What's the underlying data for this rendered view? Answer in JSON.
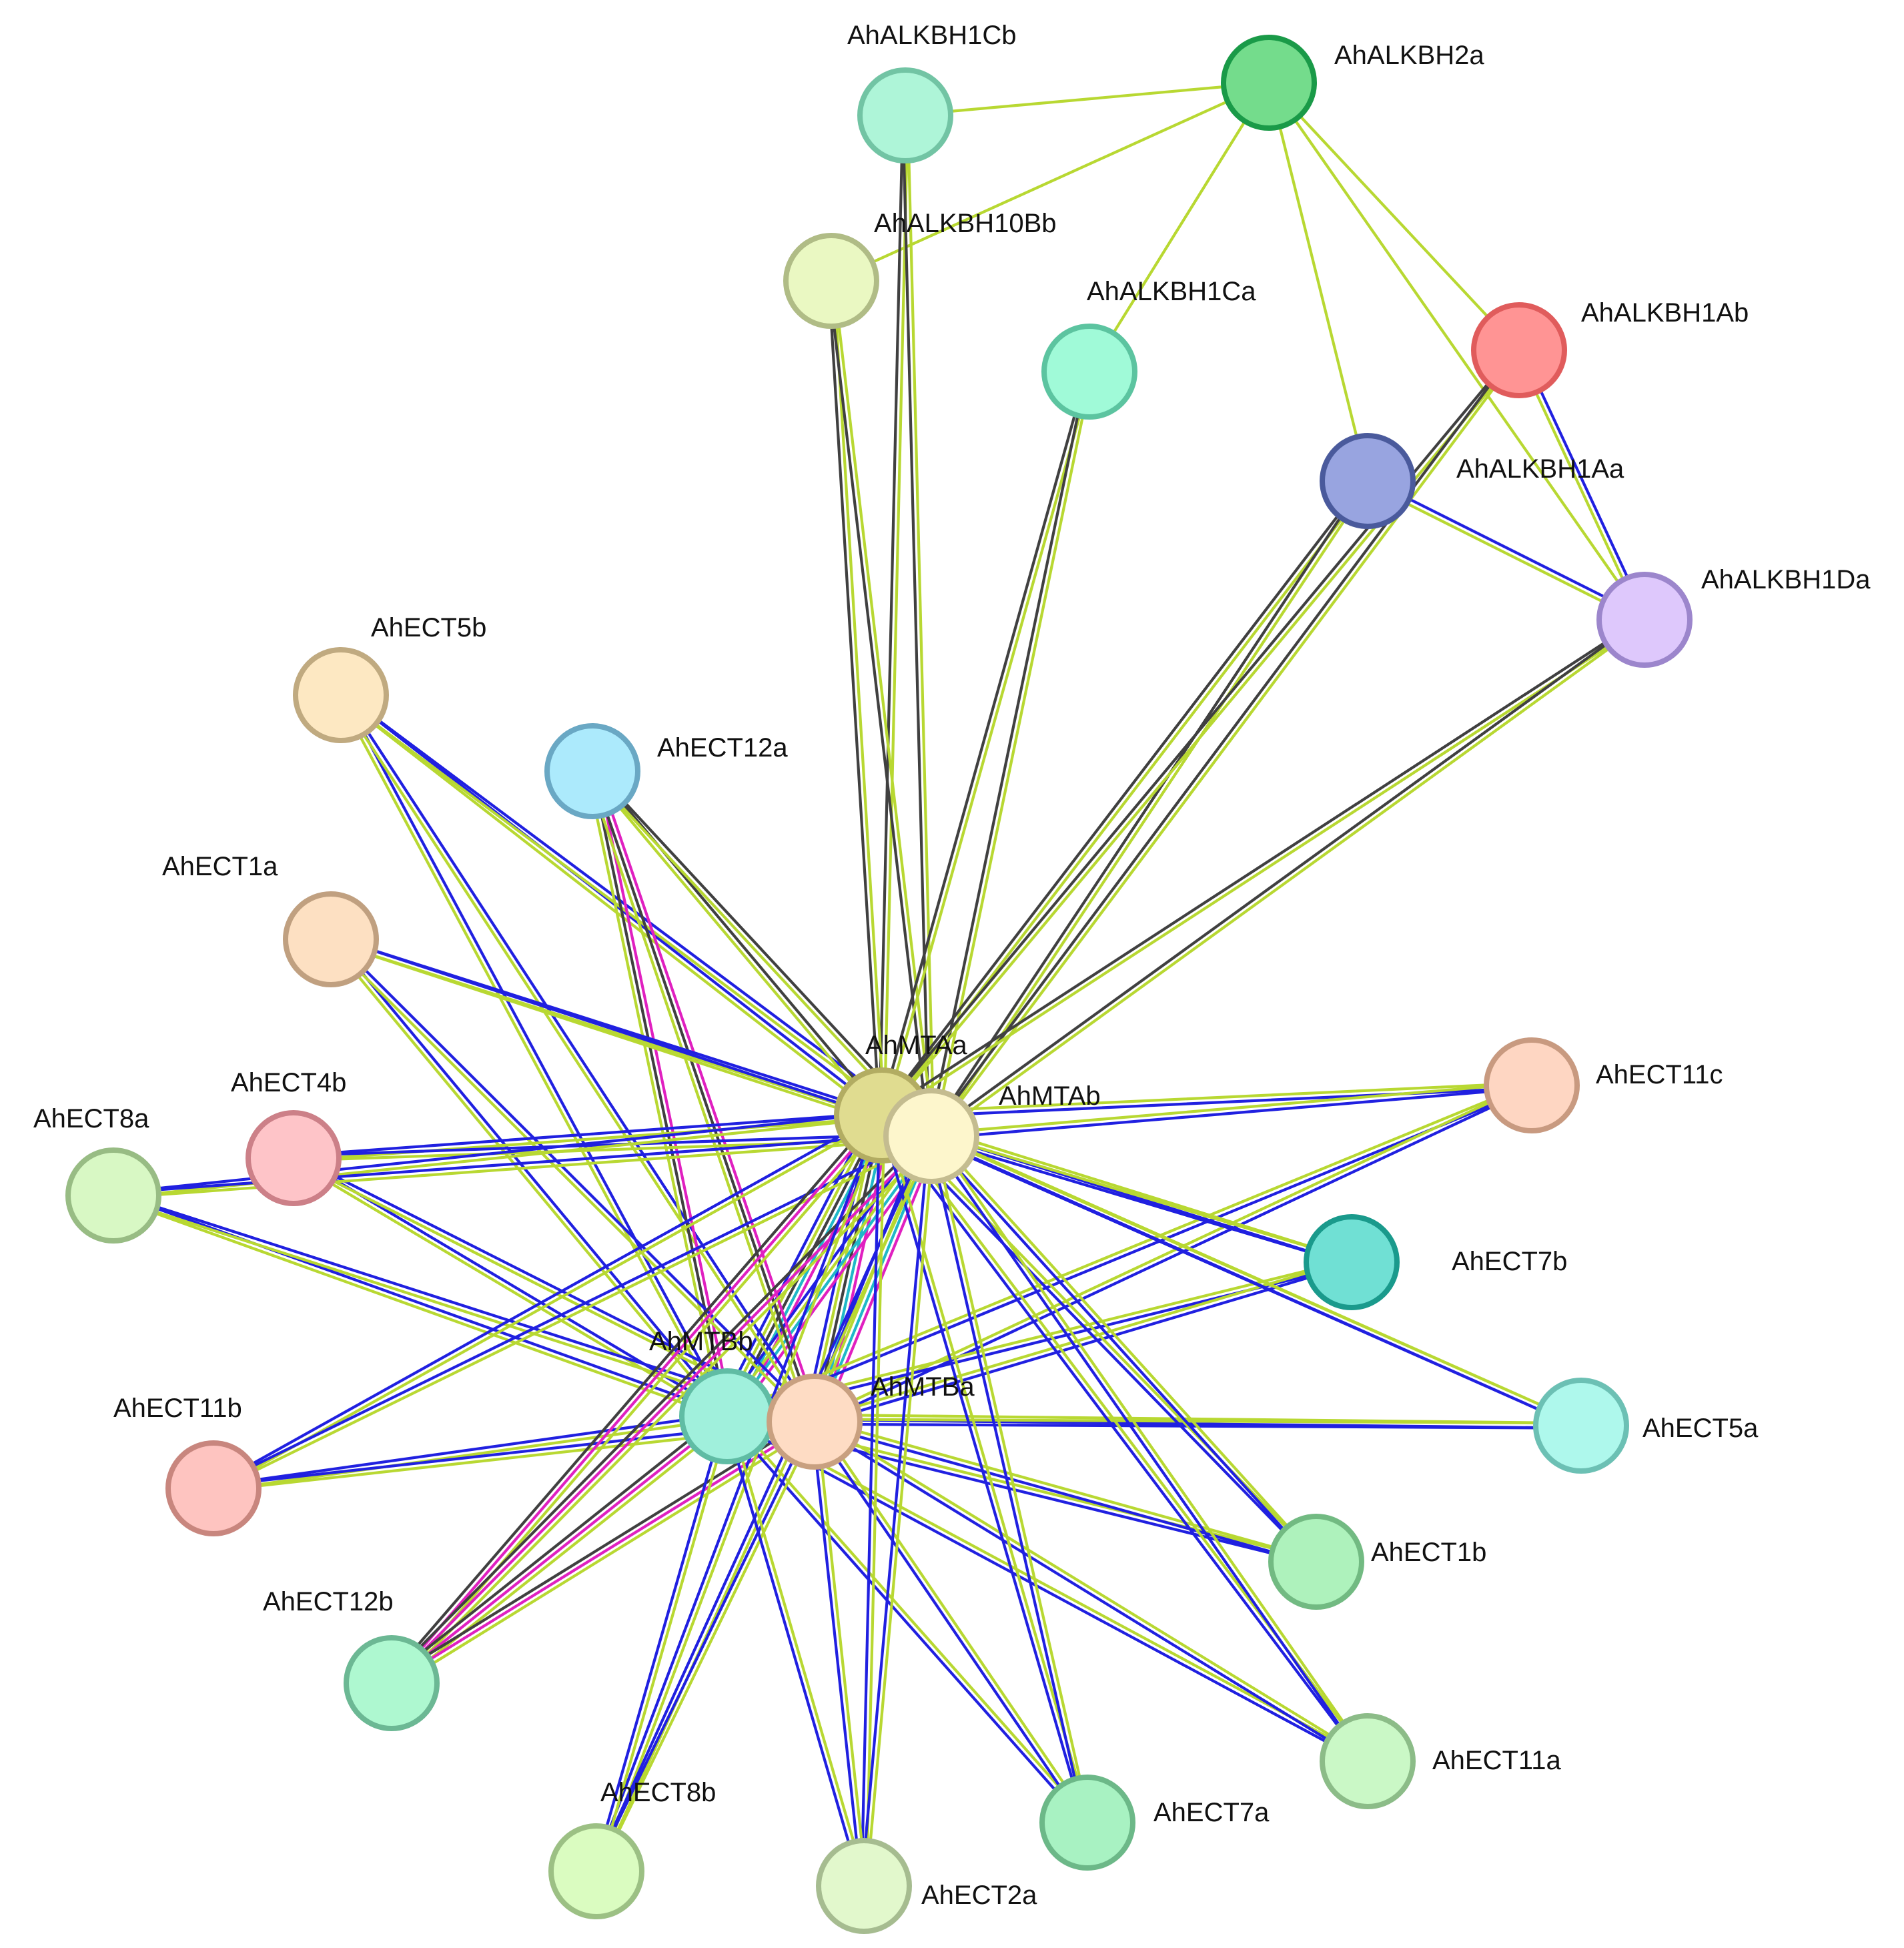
{
  "edge_colors": {
    "lime": "#b8d832",
    "blue": "#2020e0",
    "dark": "#404040",
    "magenta": "#e020c0",
    "cyan": "#20b8c8"
  },
  "nodes": [
    {
      "id": "AhALKBH1Cb",
      "label": "AhALKBH1Cb",
      "fill": "#aef5d8",
      "stroke": "#72c4a4"
    },
    {
      "id": "AhALKBH2a",
      "label": "AhALKBH2a",
      "fill": "#74dc8c",
      "stroke": "#1a9a48"
    },
    {
      "id": "AhALKBH10Bb",
      "label": "AhALKBH10Bb",
      "fill": "#eaf8c2",
      "stroke": "#b0bc86"
    },
    {
      "id": "AhALKBH1Ca",
      "label": "AhALKBH1Ca",
      "fill": "#a0fad8",
      "stroke": "#5cc4a0"
    },
    {
      "id": "AhALKBH1Ab",
      "label": "AhALKBH1Ab",
      "fill": "#ff9494",
      "stroke": "#e05c5c"
    },
    {
      "id": "AhALKBH1Aa",
      "label": "AhALKBH1Aa",
      "fill": "#98a4e0",
      "stroke": "#4a5a9c"
    },
    {
      "id": "AhALKBH1Da",
      "label": "AhALKBH1Da",
      "fill": "#dec8fc",
      "stroke": "#9c86cc"
    },
    {
      "id": "AhECT5b",
      "label": "AhECT5b",
      "fill": "#fde8c2",
      "stroke": "#c0aa80"
    },
    {
      "id": "AhECT12a",
      "label": "AhECT12a",
      "fill": "#aceafc",
      "stroke": "#6aa8c4"
    },
    {
      "id": "AhECT1a",
      "label": "AhECT1a",
      "fill": "#fde0c2",
      "stroke": "#c0a080"
    },
    {
      "id": "AhMTAa",
      "label": "AhMTAa",
      "fill": "#e0dc90",
      "stroke": "#b2ac62"
    },
    {
      "id": "AhMTAb",
      "label": "AhMTAb",
      "fill": "#fdf6cc",
      "stroke": "#c4bc90"
    },
    {
      "id": "AhECT11c",
      "label": "AhECT11c",
      "fill": "#fed6c2",
      "stroke": "#c89a80"
    },
    {
      "id": "AhECT4b",
      "label": "AhECT4b",
      "fill": "#fec4c8",
      "stroke": "#cc8088"
    },
    {
      "id": "AhECT8a",
      "label": "AhECT8a",
      "fill": "#d8f8c4",
      "stroke": "#98bc84"
    },
    {
      "id": "AhECT7b",
      "label": "AhECT7b",
      "fill": "#70e0d4",
      "stroke": "#1a9a8c"
    },
    {
      "id": "AhMTBb",
      "label": "AhMTBb",
      "fill": "#a0f0dc",
      "stroke": "#60bca4"
    },
    {
      "id": "AhMTBa",
      "label": "AhMTBa",
      "fill": "#fedcc4",
      "stroke": "#c8a080"
    },
    {
      "id": "AhECT11b",
      "label": "AhECT11b",
      "fill": "#fec4c0",
      "stroke": "#c8867e"
    },
    {
      "id": "AhECT5a",
      "label": "AhECT5a",
      "fill": "#aef8ec",
      "stroke": "#6cc0b4"
    },
    {
      "id": "AhECT1b",
      "label": "AhECT1b",
      "fill": "#aef2bc",
      "stroke": "#72ba82"
    },
    {
      "id": "AhECT12b",
      "label": "AhECT12b",
      "fill": "#aef8d0",
      "stroke": "#6cb894"
    },
    {
      "id": "AhECT11a",
      "label": "AhECT11a",
      "fill": "#caf8c6",
      "stroke": "#8cbc88"
    },
    {
      "id": "AhECT7a",
      "label": "AhECT7a",
      "fill": "#a8f2c2",
      "stroke": "#6cb888"
    },
    {
      "id": "AhECT8b",
      "label": "AhECT8b",
      "fill": "#dafcc0",
      "stroke": "#9cc084"
    },
    {
      "id": "AhECT2a",
      "label": "AhECT2a",
      "fill": "#e2f8cc",
      "stroke": "#a6bc90"
    }
  ],
  "edges": [
    {
      "source": "AhALKBH1Cb",
      "target": "AhALKBH2a",
      "types": [
        "lime"
      ]
    },
    {
      "source": "AhALKBH10Bb",
      "target": "AhALKBH2a",
      "types": [
        "lime"
      ]
    },
    {
      "source": "AhALKBH1Ca",
      "target": "AhALKBH2a",
      "types": [
        "lime"
      ]
    },
    {
      "source": "AhALKBH1Aa",
      "target": "AhALKBH2a",
      "types": [
        "lime"
      ]
    },
    {
      "source": "AhALKBH1Ab",
      "target": "AhALKBH2a",
      "types": [
        "lime"
      ]
    },
    {
      "source": "AhALKBH1Da",
      "target": "AhALKBH2a",
      "types": [
        "lime"
      ]
    },
    {
      "source": "AhALKBH1Ab",
      "target": "AhALKBH1Da",
      "types": [
        "blue",
        "lime"
      ]
    },
    {
      "source": "AhALKBH1Aa",
      "target": "AhALKBH1Da",
      "types": [
        "blue",
        "lime"
      ]
    },
    {
      "source": "AhALKBH1Cb",
      "target": "AhMTAa",
      "types": [
        "lime",
        "dark"
      ]
    },
    {
      "source": "AhALKBH1Cb",
      "target": "AhMTAb",
      "types": [
        "lime",
        "dark"
      ]
    },
    {
      "source": "AhALKBH10Bb",
      "target": "AhMTAa",
      "types": [
        "lime",
        "dark"
      ]
    },
    {
      "source": "AhALKBH10Bb",
      "target": "AhMTAb",
      "types": [
        "lime",
        "dark"
      ]
    },
    {
      "source": "AhALKBH1Ca",
      "target": "AhMTAa",
      "types": [
        "lime",
        "dark"
      ]
    },
    {
      "source": "AhALKBH1Ca",
      "target": "AhMTAb",
      "types": [
        "lime",
        "dark"
      ]
    },
    {
      "source": "AhALKBH1Aa",
      "target": "AhMTAa",
      "types": [
        "lime",
        "dark"
      ]
    },
    {
      "source": "AhALKBH1Aa",
      "target": "AhMTAb",
      "types": [
        "lime",
        "dark"
      ]
    },
    {
      "source": "AhALKBH1Ab",
      "target": "AhMTAa",
      "types": [
        "lime",
        "dark"
      ]
    },
    {
      "source": "AhALKBH1Ab",
      "target": "AhMTAb",
      "types": [
        "lime",
        "dark"
      ]
    },
    {
      "source": "AhALKBH1Da",
      "target": "AhMTAa",
      "types": [
        "lime",
        "dark"
      ]
    },
    {
      "source": "AhALKBH1Da",
      "target": "AhMTAb",
      "types": [
        "lime",
        "dark"
      ]
    },
    {
      "source": "AhMTAa",
      "target": "AhMTAb",
      "types": [
        "lime"
      ]
    },
    {
      "source": "AhMTAa",
      "target": "AhMTBb",
      "types": [
        "magenta",
        "cyan",
        "dark",
        "lime",
        "blue"
      ]
    },
    {
      "source": "AhMTAa",
      "target": "AhMTBa",
      "types": [
        "magenta",
        "cyan",
        "dark",
        "lime",
        "blue"
      ]
    },
    {
      "source": "AhMTAb",
      "target": "AhMTBb",
      "types": [
        "magenta",
        "cyan",
        "lime",
        "blue"
      ]
    },
    {
      "source": "AhMTAb",
      "target": "AhMTBa",
      "types": [
        "magenta",
        "cyan",
        "lime",
        "blue"
      ]
    },
    {
      "source": "AhMTBb",
      "target": "AhMTBa",
      "types": [
        "lime",
        "blue"
      ]
    },
    {
      "source": "AhECT5b",
      "target": "AhMTAa",
      "types": [
        "blue",
        "lime"
      ]
    },
    {
      "source": "AhECT5b",
      "target": "AhMTAb",
      "types": [
        "blue",
        "lime"
      ]
    },
    {
      "source": "AhECT5b",
      "target": "AhMTBb",
      "types": [
        "blue",
        "lime"
      ]
    },
    {
      "source": "AhECT5b",
      "target": "AhMTBa",
      "types": [
        "blue",
        "lime"
      ]
    },
    {
      "source": "AhECT12a",
      "target": "AhMTAa",
      "types": [
        "dark",
        "lime"
      ]
    },
    {
      "source": "AhECT12a",
      "target": "AhMTAb",
      "types": [
        "dark",
        "lime"
      ]
    },
    {
      "source": "AhECT12a",
      "target": "AhMTBb",
      "types": [
        "magenta",
        "dark",
        "lime"
      ]
    },
    {
      "source": "AhECT12a",
      "target": "AhMTBa",
      "types": [
        "magenta",
        "dark",
        "lime"
      ]
    },
    {
      "source": "AhECT1a",
      "target": "AhMTAa",
      "types": [
        "blue",
        "lime"
      ]
    },
    {
      "source": "AhECT1a",
      "target": "AhMTAb",
      "types": [
        "blue",
        "lime"
      ]
    },
    {
      "source": "AhECT1a",
      "target": "AhMTBb",
      "types": [
        "blue",
        "lime"
      ]
    },
    {
      "source": "AhECT1a",
      "target": "AhMTBa",
      "types": [
        "blue",
        "lime"
      ]
    },
    {
      "source": "AhECT4b",
      "target": "AhMTAa",
      "types": [
        "blue",
        "lime"
      ]
    },
    {
      "source": "AhECT4b",
      "target": "AhMTAb",
      "types": [
        "blue",
        "lime"
      ]
    },
    {
      "source": "AhECT4b",
      "target": "AhMTBb",
      "types": [
        "blue",
        "lime"
      ]
    },
    {
      "source": "AhECT4b",
      "target": "AhMTBa",
      "types": [
        "blue",
        "lime"
      ]
    },
    {
      "source": "AhECT8a",
      "target": "AhMTAa",
      "types": [
        "blue",
        "lime"
      ]
    },
    {
      "source": "AhECT8a",
      "target": "AhMTAb",
      "types": [
        "blue",
        "lime"
      ]
    },
    {
      "source": "AhECT8a",
      "target": "AhMTBb",
      "types": [
        "blue",
        "lime"
      ]
    },
    {
      "source": "AhECT8a",
      "target": "AhMTBa",
      "types": [
        "blue",
        "lime"
      ]
    },
    {
      "source": "AhECT11c",
      "target": "AhMTAa",
      "types": [
        "blue",
        "lime"
      ]
    },
    {
      "source": "AhECT11c",
      "target": "AhMTAb",
      "types": [
        "blue",
        "lime"
      ]
    },
    {
      "source": "AhECT11c",
      "target": "AhMTBb",
      "types": [
        "blue",
        "lime"
      ]
    },
    {
      "source": "AhECT11c",
      "target": "AhMTBa",
      "types": [
        "blue",
        "lime"
      ]
    },
    {
      "source": "AhECT7b",
      "target": "AhMTAa",
      "types": [
        "blue",
        "lime"
      ]
    },
    {
      "source": "AhECT7b",
      "target": "AhMTAb",
      "types": [
        "blue",
        "lime"
      ]
    },
    {
      "source": "AhECT7b",
      "target": "AhMTBb",
      "types": [
        "blue",
        "lime"
      ]
    },
    {
      "source": "AhECT7b",
      "target": "AhMTBa",
      "types": [
        "blue",
        "lime"
      ]
    },
    {
      "source": "AhECT11b",
      "target": "AhMTAa",
      "types": [
        "blue",
        "lime"
      ]
    },
    {
      "source": "AhECT11b",
      "target": "AhMTAb",
      "types": [
        "blue",
        "lime"
      ]
    },
    {
      "source": "AhECT11b",
      "target": "AhMTBb",
      "types": [
        "blue",
        "lime"
      ]
    },
    {
      "source": "AhECT11b",
      "target": "AhMTBa",
      "types": [
        "blue",
        "lime"
      ]
    },
    {
      "source": "AhECT5a",
      "target": "AhMTAa",
      "types": [
        "blue",
        "lime"
      ]
    },
    {
      "source": "AhECT5a",
      "target": "AhMTAb",
      "types": [
        "blue",
        "lime"
      ]
    },
    {
      "source": "AhECT5a",
      "target": "AhMTBb",
      "types": [
        "blue",
        "lime"
      ]
    },
    {
      "source": "AhECT5a",
      "target": "AhMTBa",
      "types": [
        "blue",
        "lime"
      ]
    },
    {
      "source": "AhECT1b",
      "target": "AhMTAa",
      "types": [
        "blue",
        "lime"
      ]
    },
    {
      "source": "AhECT1b",
      "target": "AhMTAb",
      "types": [
        "blue",
        "lime"
      ]
    },
    {
      "source": "AhECT1b",
      "target": "AhMTBb",
      "types": [
        "blue",
        "lime"
      ]
    },
    {
      "source": "AhECT1b",
      "target": "AhMTBa",
      "types": [
        "blue",
        "lime"
      ]
    },
    {
      "source": "AhECT12b",
      "target": "AhMTAa",
      "types": [
        "dark",
        "magenta",
        "lime"
      ]
    },
    {
      "source": "AhECT12b",
      "target": "AhMTAb",
      "types": [
        "dark",
        "magenta",
        "lime"
      ]
    },
    {
      "source": "AhECT12b",
      "target": "AhMTBb",
      "types": [
        "dark",
        "magenta",
        "lime"
      ]
    },
    {
      "source": "AhECT12b",
      "target": "AhMTBa",
      "types": [
        "dark",
        "magenta",
        "lime"
      ]
    },
    {
      "source": "AhECT11a",
      "target": "AhMTAa",
      "types": [
        "blue",
        "lime"
      ]
    },
    {
      "source": "AhECT11a",
      "target": "AhMTAb",
      "types": [
        "blue",
        "lime"
      ]
    },
    {
      "source": "AhECT11a",
      "target": "AhMTBb",
      "types": [
        "blue",
        "lime"
      ]
    },
    {
      "source": "AhECT11a",
      "target": "AhMTBa",
      "types": [
        "blue",
        "lime"
      ]
    },
    {
      "source": "AhECT7a",
      "target": "AhMTAa",
      "types": [
        "blue",
        "lime"
      ]
    },
    {
      "source": "AhECT7a",
      "target": "AhMTAb",
      "types": [
        "blue",
        "lime"
      ]
    },
    {
      "source": "AhECT7a",
      "target": "AhMTBb",
      "types": [
        "blue",
        "lime"
      ]
    },
    {
      "source": "AhECT7a",
      "target": "AhMTBa",
      "types": [
        "blue",
        "lime"
      ]
    },
    {
      "source": "AhECT8b",
      "target": "AhMTAa",
      "types": [
        "blue",
        "lime"
      ]
    },
    {
      "source": "AhECT8b",
      "target": "AhMTAb",
      "types": [
        "blue",
        "lime"
      ]
    },
    {
      "source": "AhECT8b",
      "target": "AhMTBb",
      "types": [
        "blue",
        "lime"
      ]
    },
    {
      "source": "AhECT8b",
      "target": "AhMTBa",
      "types": [
        "blue",
        "lime"
      ]
    },
    {
      "source": "AhECT2a",
      "target": "AhMTAa",
      "types": [
        "blue",
        "lime"
      ]
    },
    {
      "source": "AhECT2a",
      "target": "AhMTAb",
      "types": [
        "blue",
        "lime"
      ]
    },
    {
      "source": "AhECT2a",
      "target": "AhMTBb",
      "types": [
        "blue",
        "lime"
      ]
    },
    {
      "source": "AhECT2a",
      "target": "AhMTBa",
      "types": [
        "blue",
        "lime"
      ]
    }
  ]
}
